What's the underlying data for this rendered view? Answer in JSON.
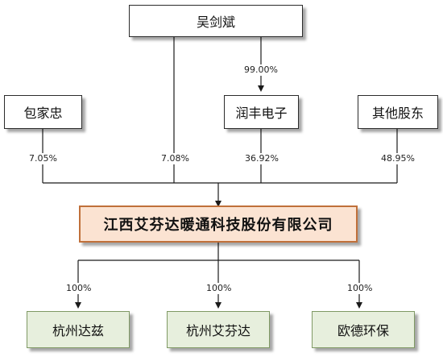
{
  "top_shareholder": {
    "label": "吴剑斌"
  },
  "shareholders": [
    {
      "label": "包家忠",
      "percent": "7.05%"
    },
    {
      "label": "润丰电子",
      "percent": "36.92%"
    },
    {
      "label": "其他股东",
      "percent": "48.95%"
    }
  ],
  "direct_stake": {
    "percent": "7.08%"
  },
  "top_to_runfeng": {
    "percent": "99.00%"
  },
  "company": {
    "label": "江西艾芬达暖通科技股份有限公司"
  },
  "subsidiaries": [
    {
      "label": "杭州达兹",
      "percent": "100%"
    },
    {
      "label": "杭州艾芬达",
      "percent": "100%"
    },
    {
      "label": "欧德环保",
      "percent": "100%"
    }
  ],
  "colors": {
    "line": "#1a1a1a",
    "company_fill": "#fbe3d2",
    "company_border": "#c0703a",
    "sub_fill": "#e7efdd",
    "sub_border": "#7f9964"
  }
}
